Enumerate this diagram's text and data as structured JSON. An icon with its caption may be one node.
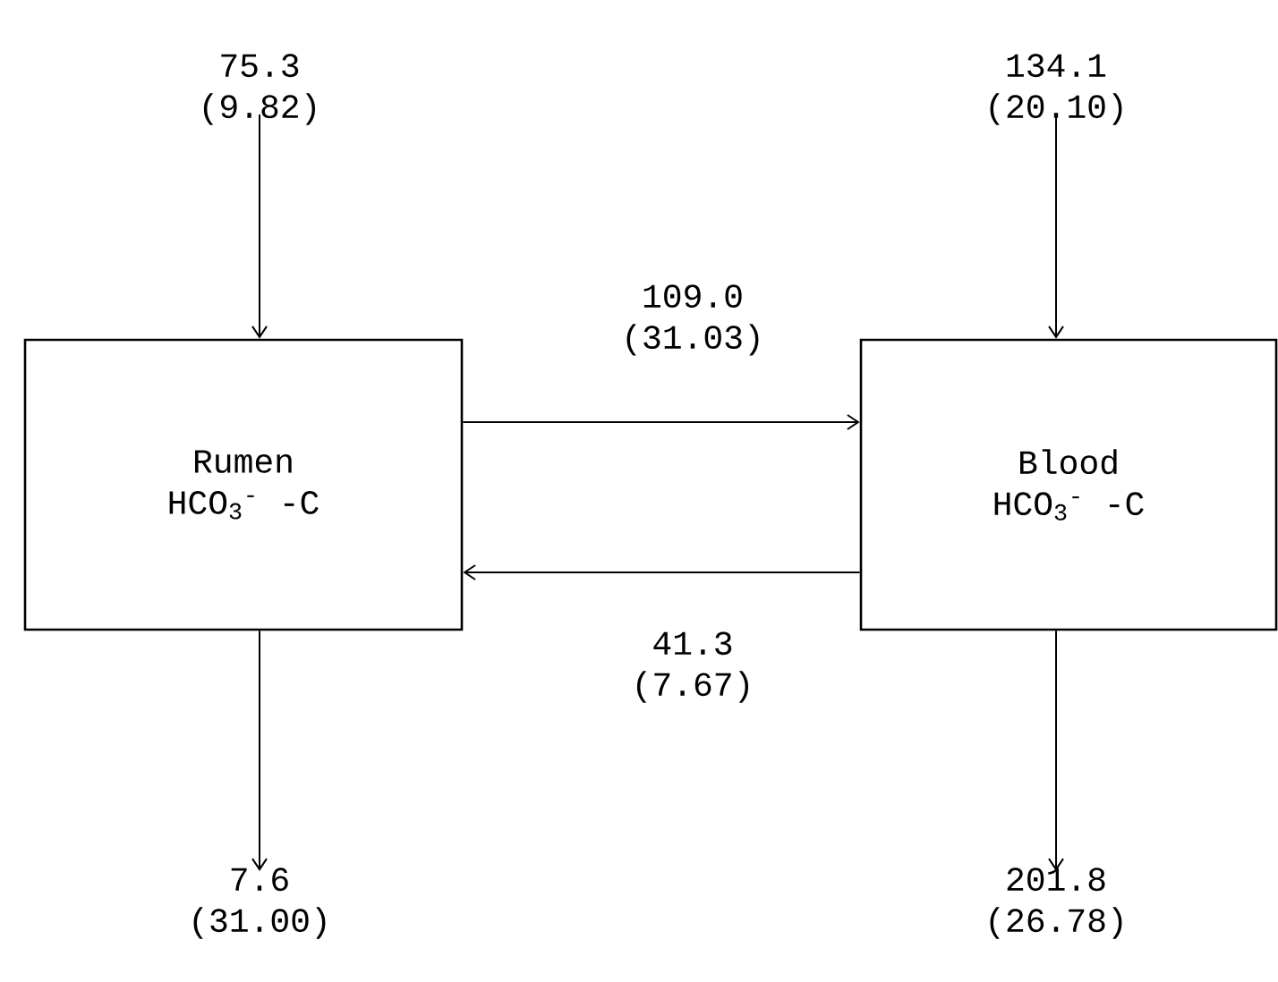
{
  "diagram": {
    "nodes": [
      {
        "text": [
          "Rumen",
          "HCO$_{3}$$^{-}$ -C"
        ]
      },
      {
        "text": [
          "Blood",
          "HCO$_{3}$$^{-}$ -C"
        ]
      },
      {
        "text": [
          "75.3 (9.82)"
        ]
      },
      {
        "text": [
          "134.1 (20.10)"
        ]
      },
      {
        "text": [
          "7.6 (31.00)"
        ]
      },
      {
        "text": [
          "201.8 (26.78)"
        ]
      }
    ],
    "edges": [
      {
        "from": 2,
        "to": 0,
        "arrow": "to"
      },
      {
        "from": 3,
        "to": 1,
        "arrow": "to"
      },
      {
        "from": 0,
        "to": 1,
        "arrow": "to",
        "label": "109.0 (31.03)"
      },
      {
        "from": 1,
        "to": 0,
        "arrow": "to",
        "label": "41.3 (7.67)"
      },
      {
        "from": 0,
        "to": 4,
        "arrow": "to"
      },
      {
        "from": 1,
        "to": 5,
        "arrow": "to"
      }
    ]
  }
}
